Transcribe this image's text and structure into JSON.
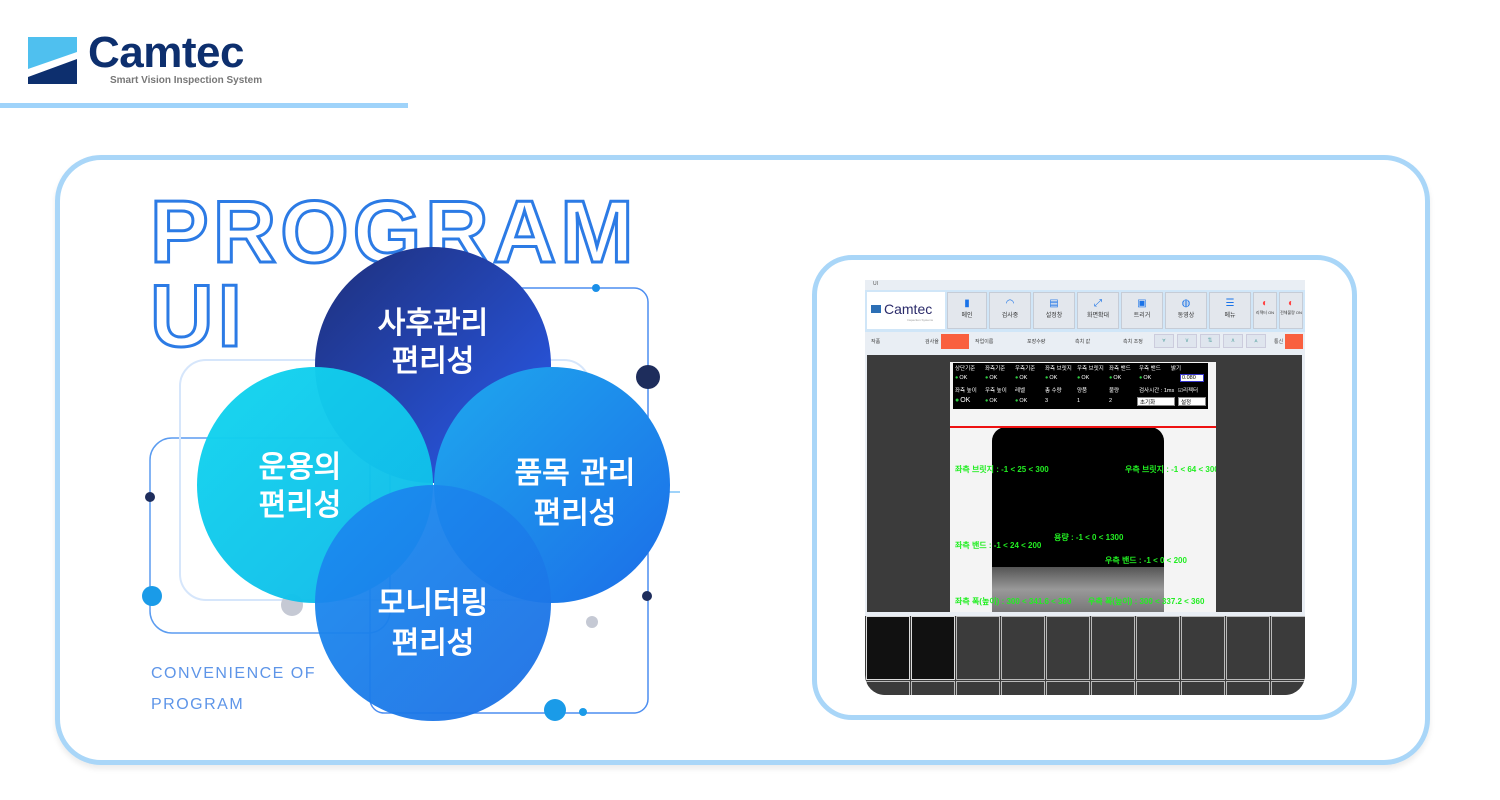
{
  "brand": {
    "name": "Camtec",
    "tagline": "Smart Vision Inspection System",
    "colors": {
      "navy": "#0d2f6e",
      "sky": "#4fc0ef",
      "accent": "#2c7be5"
    }
  },
  "hero": {
    "title_line1": "PROGRAM",
    "title_line2": "UI",
    "subtitle_line1": "CONVENIENCE OF",
    "subtitle_line2": "PROGRAM"
  },
  "circles": [
    {
      "line1": "사후관리",
      "line2": "편리성"
    },
    {
      "line1": "운용의",
      "line2": "편리성"
    },
    {
      "line1": "품목 관리",
      "line2": "편리성"
    },
    {
      "line1": "모니터링",
      "line2": "편리성"
    }
  ],
  "app": {
    "window_title": "UI",
    "logo": "Camtec",
    "logo_sub": "Inspection Systems",
    "toolbar": [
      {
        "label": "메인",
        "icon": "battery-icon"
      },
      {
        "label": "검사중",
        "icon": "wifi-icon"
      },
      {
        "label": "설정창",
        "icon": "settings-panel-icon"
      },
      {
        "label": "화면확대",
        "icon": "zoom-icon"
      },
      {
        "label": "트리거",
        "icon": "trigger-icon"
      },
      {
        "label": "동영상",
        "icon": "video-icon"
      },
      {
        "label": "메뉴",
        "icon": "menu-icon"
      },
      {
        "label": "리젝터 ON",
        "icon": "toggle-icon"
      },
      {
        "label": "전체불량 ON",
        "icon": "toggle-icon"
      }
    ],
    "row2": {
      "item": "작품",
      "rate": "검사율",
      "job": "작업이름",
      "pack": "포장수량",
      "value": "측치 값",
      "adjust": "측치 조정",
      "comm": "통신",
      "arrows": [
        "⩔",
        "∨",
        "⇅",
        "∧",
        "⩓"
      ]
    },
    "status": {
      "headers1": [
        "상단기준",
        "좌측기준",
        "우측기준",
        "좌측 브릿지",
        "우측 브릿지",
        "좌측 밴드",
        "우측 밴드",
        "밝기"
      ],
      "values1": [
        "OK",
        "OK",
        "OK",
        "OK",
        "OK",
        "OK",
        "OK"
      ],
      "brightness": "0.080",
      "headers2": [
        "좌측 높이",
        "우측 높이",
        "레벨",
        "총 수량",
        "양품",
        "불량",
        "검사시간 : 1ms",
        "리젝터"
      ],
      "values2": [
        "OK",
        "OK",
        "OK",
        "3",
        "1",
        "2"
      ],
      "reset": "초기화",
      "setup": "설정"
    },
    "overlays": {
      "lb": "좌측 브릿지 : -1 < 25 < 300",
      "rb": "우측 브릿지 : -1 < 64 < 300",
      "lband": "좌측 밴드 : -1 < 24 < 200",
      "cap": "용량 : -1 < 0 < 1300",
      "rband": "우측 밴드 : -1 < 0 < 200",
      "lw": "좌측 폭(높이) : 300 < 341.6 < 380",
      "rw": "우측 폭(높이) : 300 < 337.2 < 360"
    }
  }
}
